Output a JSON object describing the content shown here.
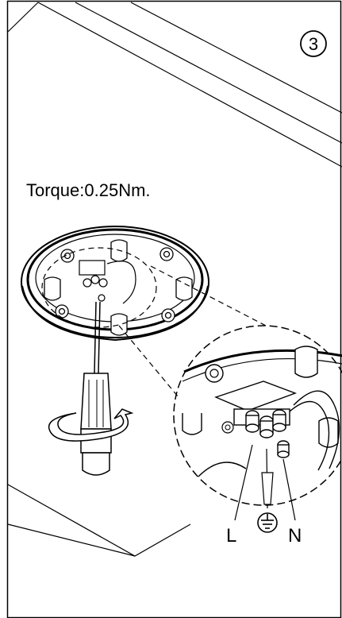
{
  "step_number": "3",
  "torque_text": "Torque:0.25Nm.",
  "terminals": {
    "live": "L",
    "neutral": "N",
    "earth_symbol": "earth-ground-icon"
  },
  "colors": {
    "line": "#000000",
    "background": "#ffffff"
  }
}
